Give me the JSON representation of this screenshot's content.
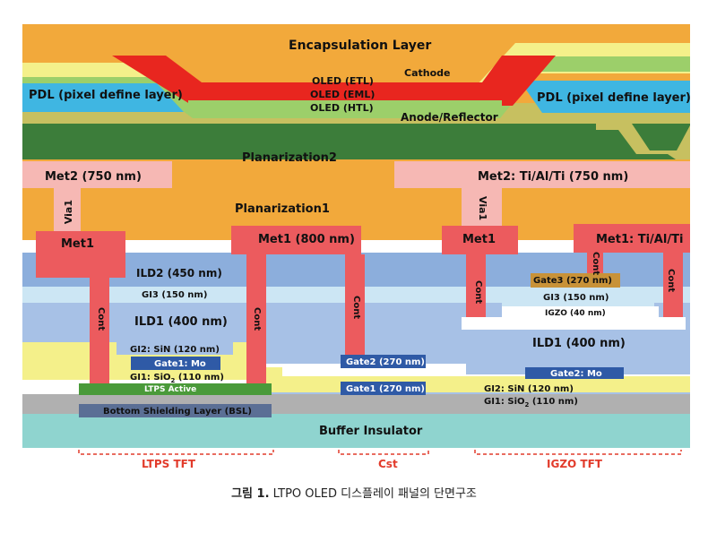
{
  "colors": {
    "encapsulation": "#f2a93b",
    "yellow": "#f4f08a",
    "cathode_band": "#f4f08a",
    "etl": "#9ccf6a",
    "eml": "#e8261f",
    "htl": "#9ccf6a",
    "pdl": "#3fb6e2",
    "anode": "#c7c060",
    "planarization2": "#3c7d3a",
    "met": "#f6b8b4",
    "planarization1": "#f2a93b",
    "met1": "#ec5b5e",
    "ild2": "#8caedc",
    "gi3": "#cce6f4",
    "ild1": "#a7c1e6",
    "gi_yellow": "#f4f08a",
    "gate": "#2f5aa6",
    "gate3": "#c89238",
    "ltps_active": "#4a9a3a",
    "bsl": "#5b6f95",
    "buffer": "#8fd4cf",
    "bottom_gray": "#b0b0b0",
    "bracket": "#e23b2b"
  },
  "labels": {
    "encapsulation": "Encapsulation Layer",
    "cathode": "Cathode",
    "oled_etl": "OLED (ETL)",
    "oled_eml": "OLED (EML)",
    "oled_htl": "OLED (HTL)",
    "pdl_left": "PDL (pixel define layer)",
    "pdl_right": "PDL (pixel define layer)",
    "anode": "Anode/Reflector",
    "planarization2": "Planarization2",
    "met2_left": "Met2 (750 nm)",
    "met2_right": "Met2: Ti/Al/Ti (750 nm)",
    "via1_left": "Via1",
    "via1_right": "Via1",
    "planarization1": "Planarization1",
    "met1_left": "Met1",
    "met1_center": "Met1 (800 nm)",
    "met1_right1": "Met1",
    "met1_right2": "Met1: Ti/Al/Ti",
    "ild2": "ILD2 (450 nm)",
    "gi3_left": "GI3 (150 nm)",
    "ild1_left": "ILD1 (400 nm)",
    "gi2_left": "GI2: SiN (120 nm)",
    "gate1_mo": "Gate1: Mo",
    "gi1_left_prefix": "GI1: SiO",
    "gi1_left_sub": "2",
    "gi1_left_suffix": " (110 nm)",
    "ltps_active": "LTPS Active",
    "bsl": "Bottom Shielding Layer (BSL)",
    "cont": "Cont",
    "gate2_cst": "Gate2 (270 nm)",
    "gate1_cst": "Gate1 (270 nm)",
    "gate3_right": "Gate3 (270 nm)",
    "gi3_right": "GI3 (150 nm)",
    "igzo": "IGZO (40 nm)",
    "ild1_right": "ILD1 (400 nm)",
    "gate2_mo": "Gate2: Mo",
    "gi2_right": "GI2: SiN (120 nm)",
    "gi1_right_prefix": "GI1: SiO",
    "gi1_right_sub": "2",
    "gi1_right_suffix": " (110 nm)",
    "buffer": "Buffer Insulator",
    "region_ltps": "LTPS TFT",
    "region_cst": "Cst",
    "region_igzo": "IGZO TFT"
  },
  "caption": {
    "figure": "그림 1",
    "separator": ".",
    "text": " LTPO OLED 디스플레이 패널의 단면구조"
  }
}
